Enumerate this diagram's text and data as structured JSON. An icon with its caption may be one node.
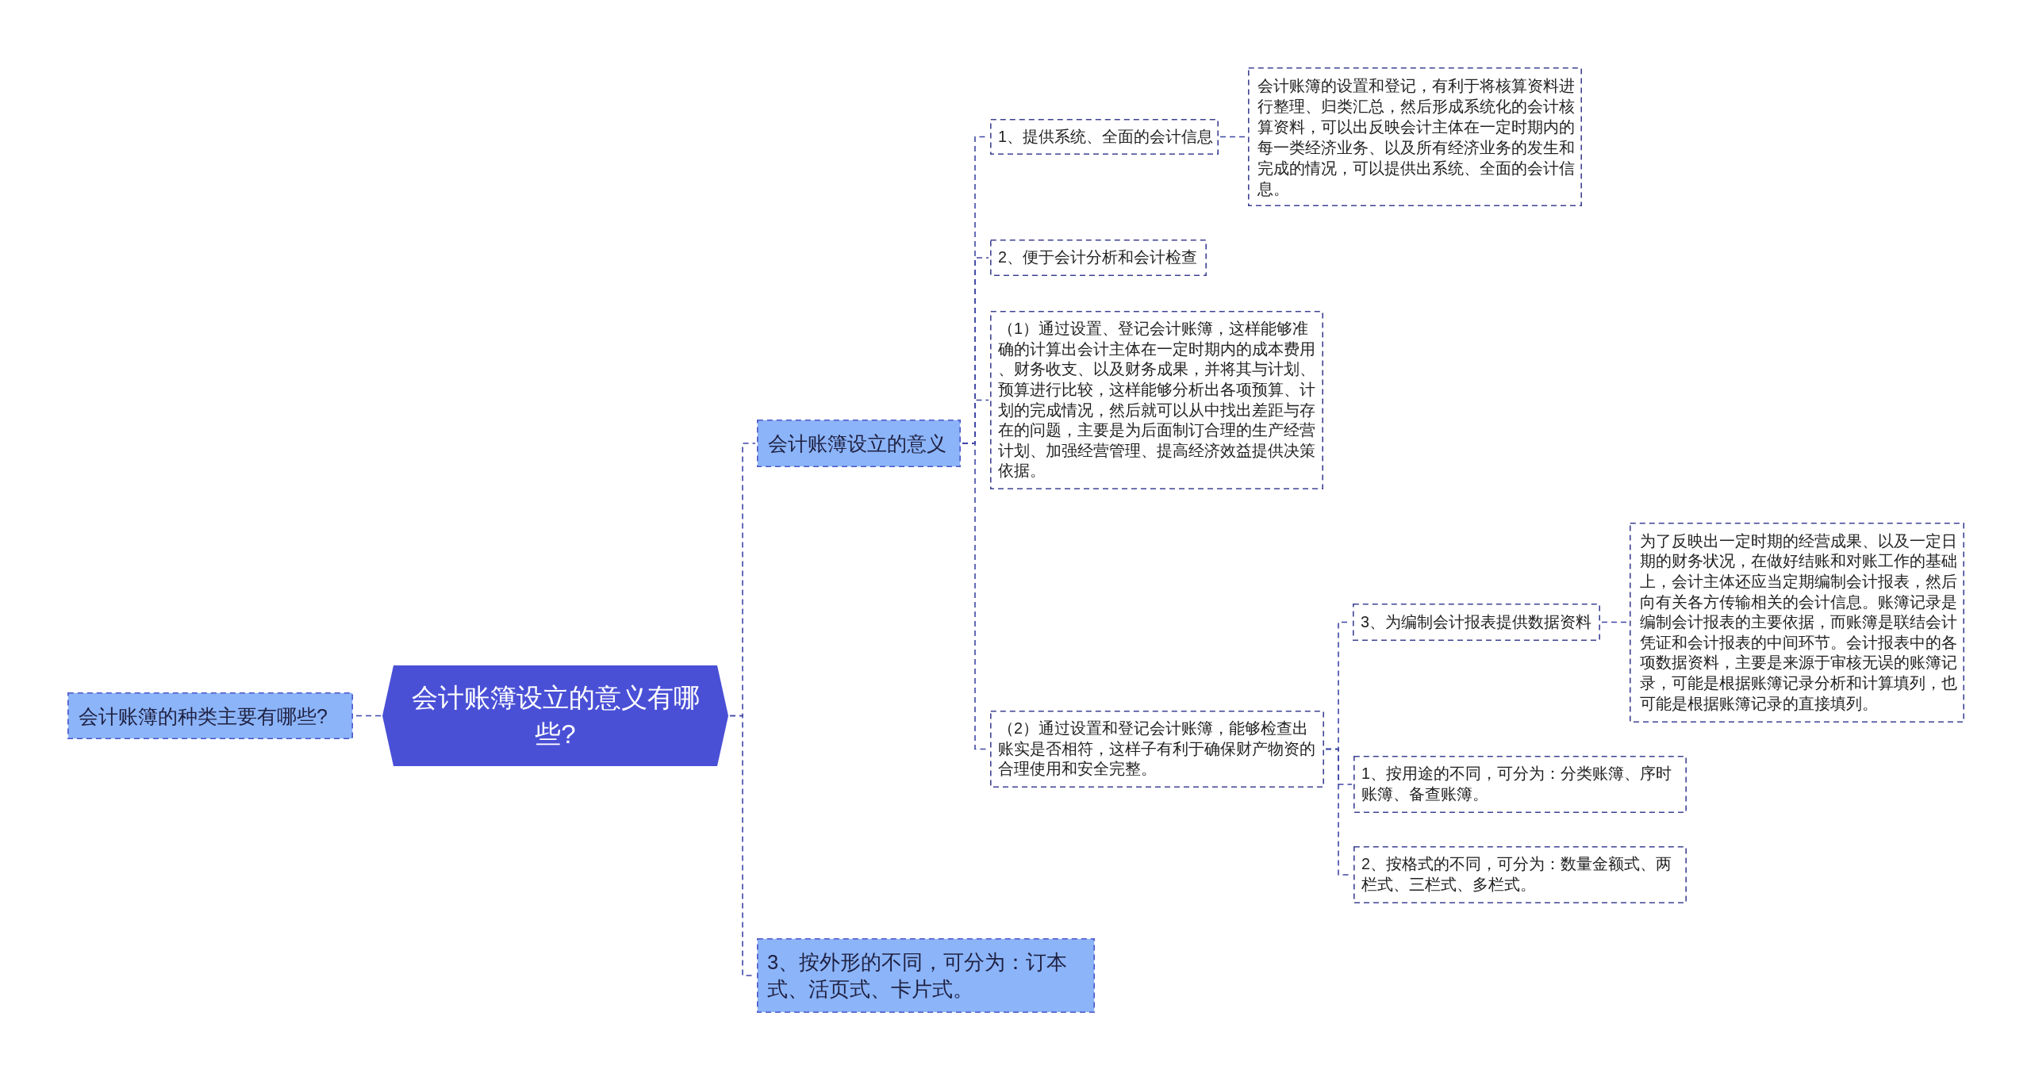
{
  "diagram": {
    "nodes": [
      {
        "text": [
          "会计账簿设立的意义有哪些?"
        ]
      },
      {
        "text": [
          "会计账簿的种类主要有哪些?"
        ]
      },
      {
        "text": [
          "会计账簿设立的意义"
        ]
      },
      {
        "text": [
          "1、提供系统、全面的会计信息"
        ]
      },
      {
        "text": [
          "会计账簿的设置和登记，有利于将核算资料进行整理、归类汇总，然后形成系统化的会计核算资料，可以出反映会计主体在一定时期内的每一类经济业务、以及所有经济业务的发生和完成的情况，可以提供出系统、全面的会计信息。"
        ]
      },
      {
        "text": [
          "2、便于会计分析和会计检查"
        ]
      },
      {
        "text": [
          "（1）通过设置、登记会计账簿，这样能够准确的计算出会计主体在一定时期内的成本费用、财务收支、以及财务成果，并将其与计划、预算进行比较，这样能够分析出各项预算、计划的完成情况，然后就可以从中找出差距与存在的问题，主要是为后面制订合理的生产经营计划、加强经营管理、提高经济效益提供决策依据。"
        ]
      },
      {
        "text": [
          "（2）通过设置和登记会计账簿，能够检查出账实是否相符，这样子有利于确保财产物资的合理使用和安全完整。"
        ]
      },
      {
        "text": [
          "3、为编制会计报表提供数据资料"
        ]
      },
      {
        "text": [
          "为了反映出一定时期的经营成果、以及一定日期的财务状况，在做好结账和对账工作的基础上，会计主体还应当定期编制会计报表，然后向有关各方传输相关的会计信息。账簿记录是编制会计报表的主要依据，而账簿是联结会计凭证和会计报表的中间环节。会计报表中的各项数据资料，主要是来源于审核无误的账簿记录，可能是根据账簿记录分析和计算填列，也可能是根据账簿记录的直接填列。"
        ]
      },
      {
        "text": [
          "1、按用途的不同，可分为：分类账簿、序时账簿、备查账簿。"
        ]
      },
      {
        "text": [
          "2、按格式的不同，可分为：数量金额式、两栏式、三栏式、多栏式。"
        ]
      },
      {
        "text": [
          "3、按外形的不同，可分为：订本式、活页式、卡片式。"
        ]
      }
    ],
    "edges": [
      {
        "from": 0,
        "to": 1,
        "arrow": "none"
      },
      {
        "from": 0,
        "to": 2,
        "arrow": "none"
      },
      {
        "from": 0,
        "to": 12,
        "arrow": "none"
      },
      {
        "from": 2,
        "to": 3,
        "arrow": "none"
      },
      {
        "from": 3,
        "to": 4,
        "arrow": "none"
      },
      {
        "from": 2,
        "to": 5,
        "arrow": "none"
      },
      {
        "from": 2,
        "to": 6,
        "arrow": "none"
      },
      {
        "from": 2,
        "to": 7,
        "arrow": "none"
      },
      {
        "from": 7,
        "to": 8,
        "arrow": "none"
      },
      {
        "from": 8,
        "to": 9,
        "arrow": "none"
      },
      {
        "from": 7,
        "to": 10,
        "arrow": "none"
      },
      {
        "from": 7,
        "to": 11,
        "arrow": "none"
      }
    ]
  }
}
